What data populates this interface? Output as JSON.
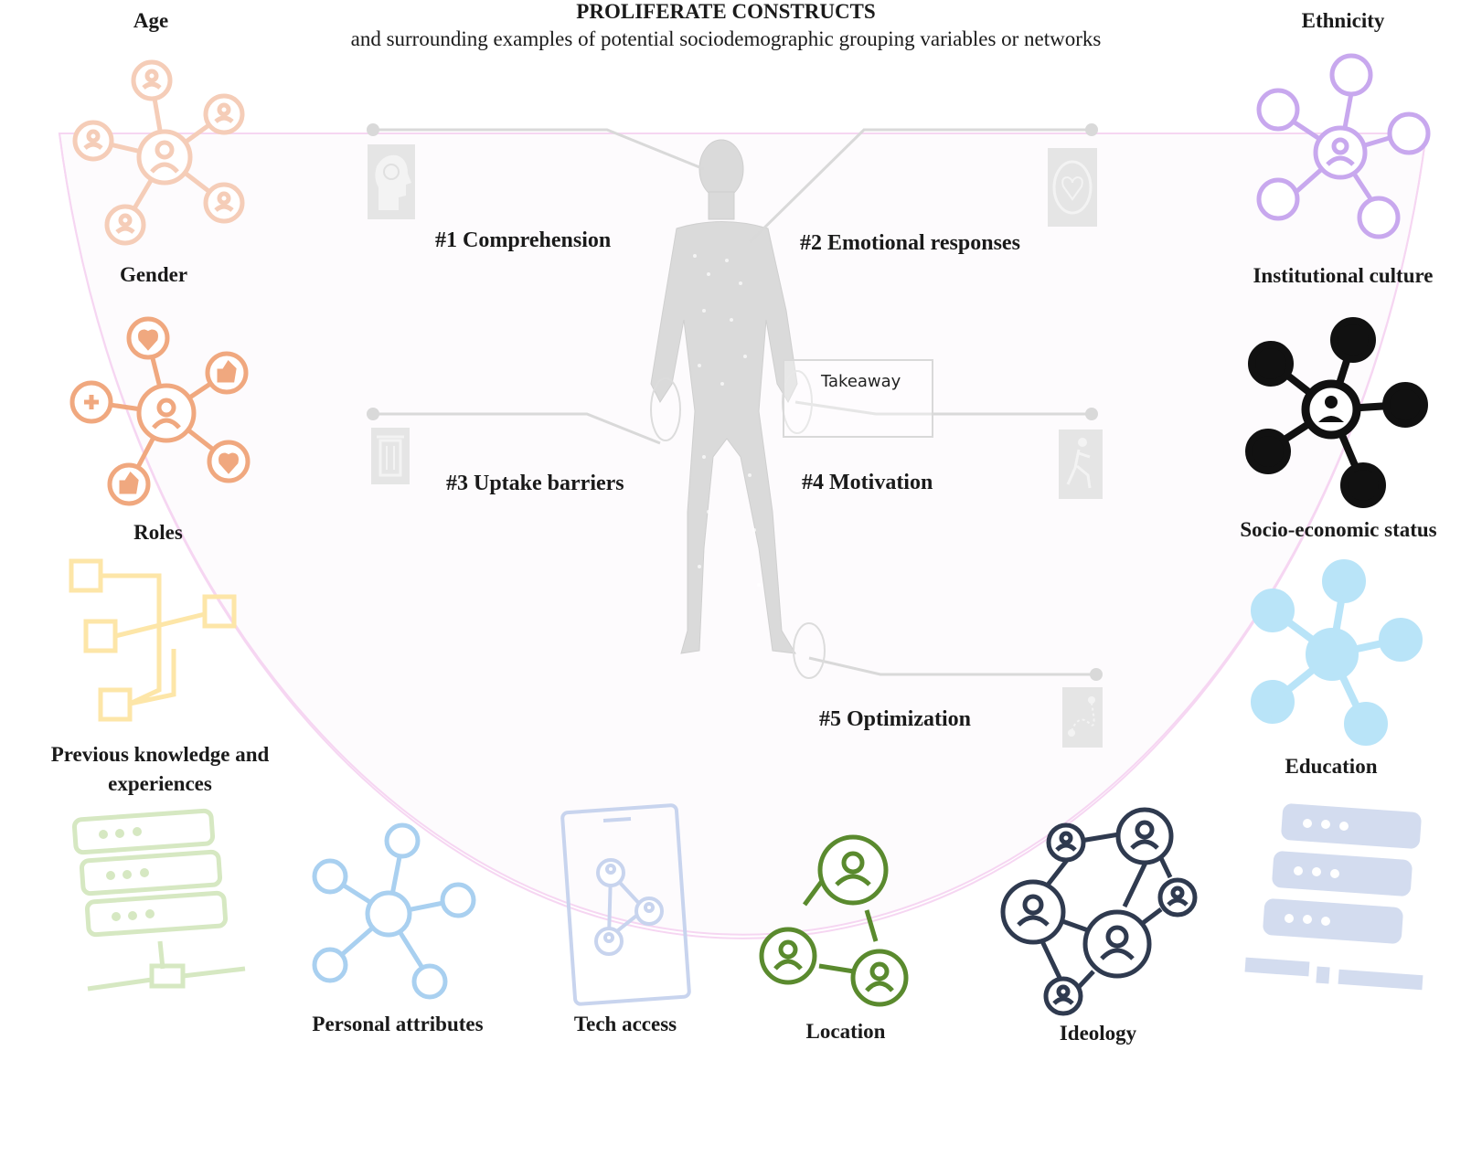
{
  "header": {
    "title": "PROLIFERATE CONSTRUCTS",
    "subtitle": "and surrounding examples of potential sociodemographic grouping variables or networks"
  },
  "constructs": [
    {
      "label": "#1 Comprehension",
      "icon": "brain-head-icon"
    },
    {
      "label": "#2 Emotional responses",
      "icon": "heart-icon"
    },
    {
      "label": "#3 Uptake barriers",
      "icon": "trash-bin-icon"
    },
    {
      "label": "#4 Motivation",
      "icon": "running-person-icon"
    },
    {
      "label": "#5 Optimization",
      "icon": "route-map-icon"
    }
  ],
  "takeaway": "Takeaway",
  "variables": {
    "age": "Age",
    "gender": "Gender",
    "roles": "Roles",
    "previous_knowledge": "Previous knowledge and experiences",
    "personal_attributes": "Personal attributes",
    "tech_access": "Tech access",
    "location": "Location",
    "ideology": "Ideology",
    "ethnicity": "Ethnicity",
    "institutional_culture": "Institutional culture",
    "socio_economic_status": "Socio-economic status",
    "education": "Education"
  },
  "colors": {
    "age": "#f5cdb8",
    "gender": "#f0a87f",
    "roles": "#fde6a8",
    "previous_knowledge": "#d6e8c2",
    "personal_attributes": "#a9d0f0",
    "tech_access": "#c8d4ee",
    "location": "#5a8a2e",
    "ideology": "#2f3a4f",
    "ethnicity": "#c8a8ee",
    "institutional_culture": "#111111",
    "socio_economic_status": "#b9e4f8",
    "education": "#d3dcef",
    "figure": "#d9d9d9",
    "arc": "#f4d4f0"
  }
}
